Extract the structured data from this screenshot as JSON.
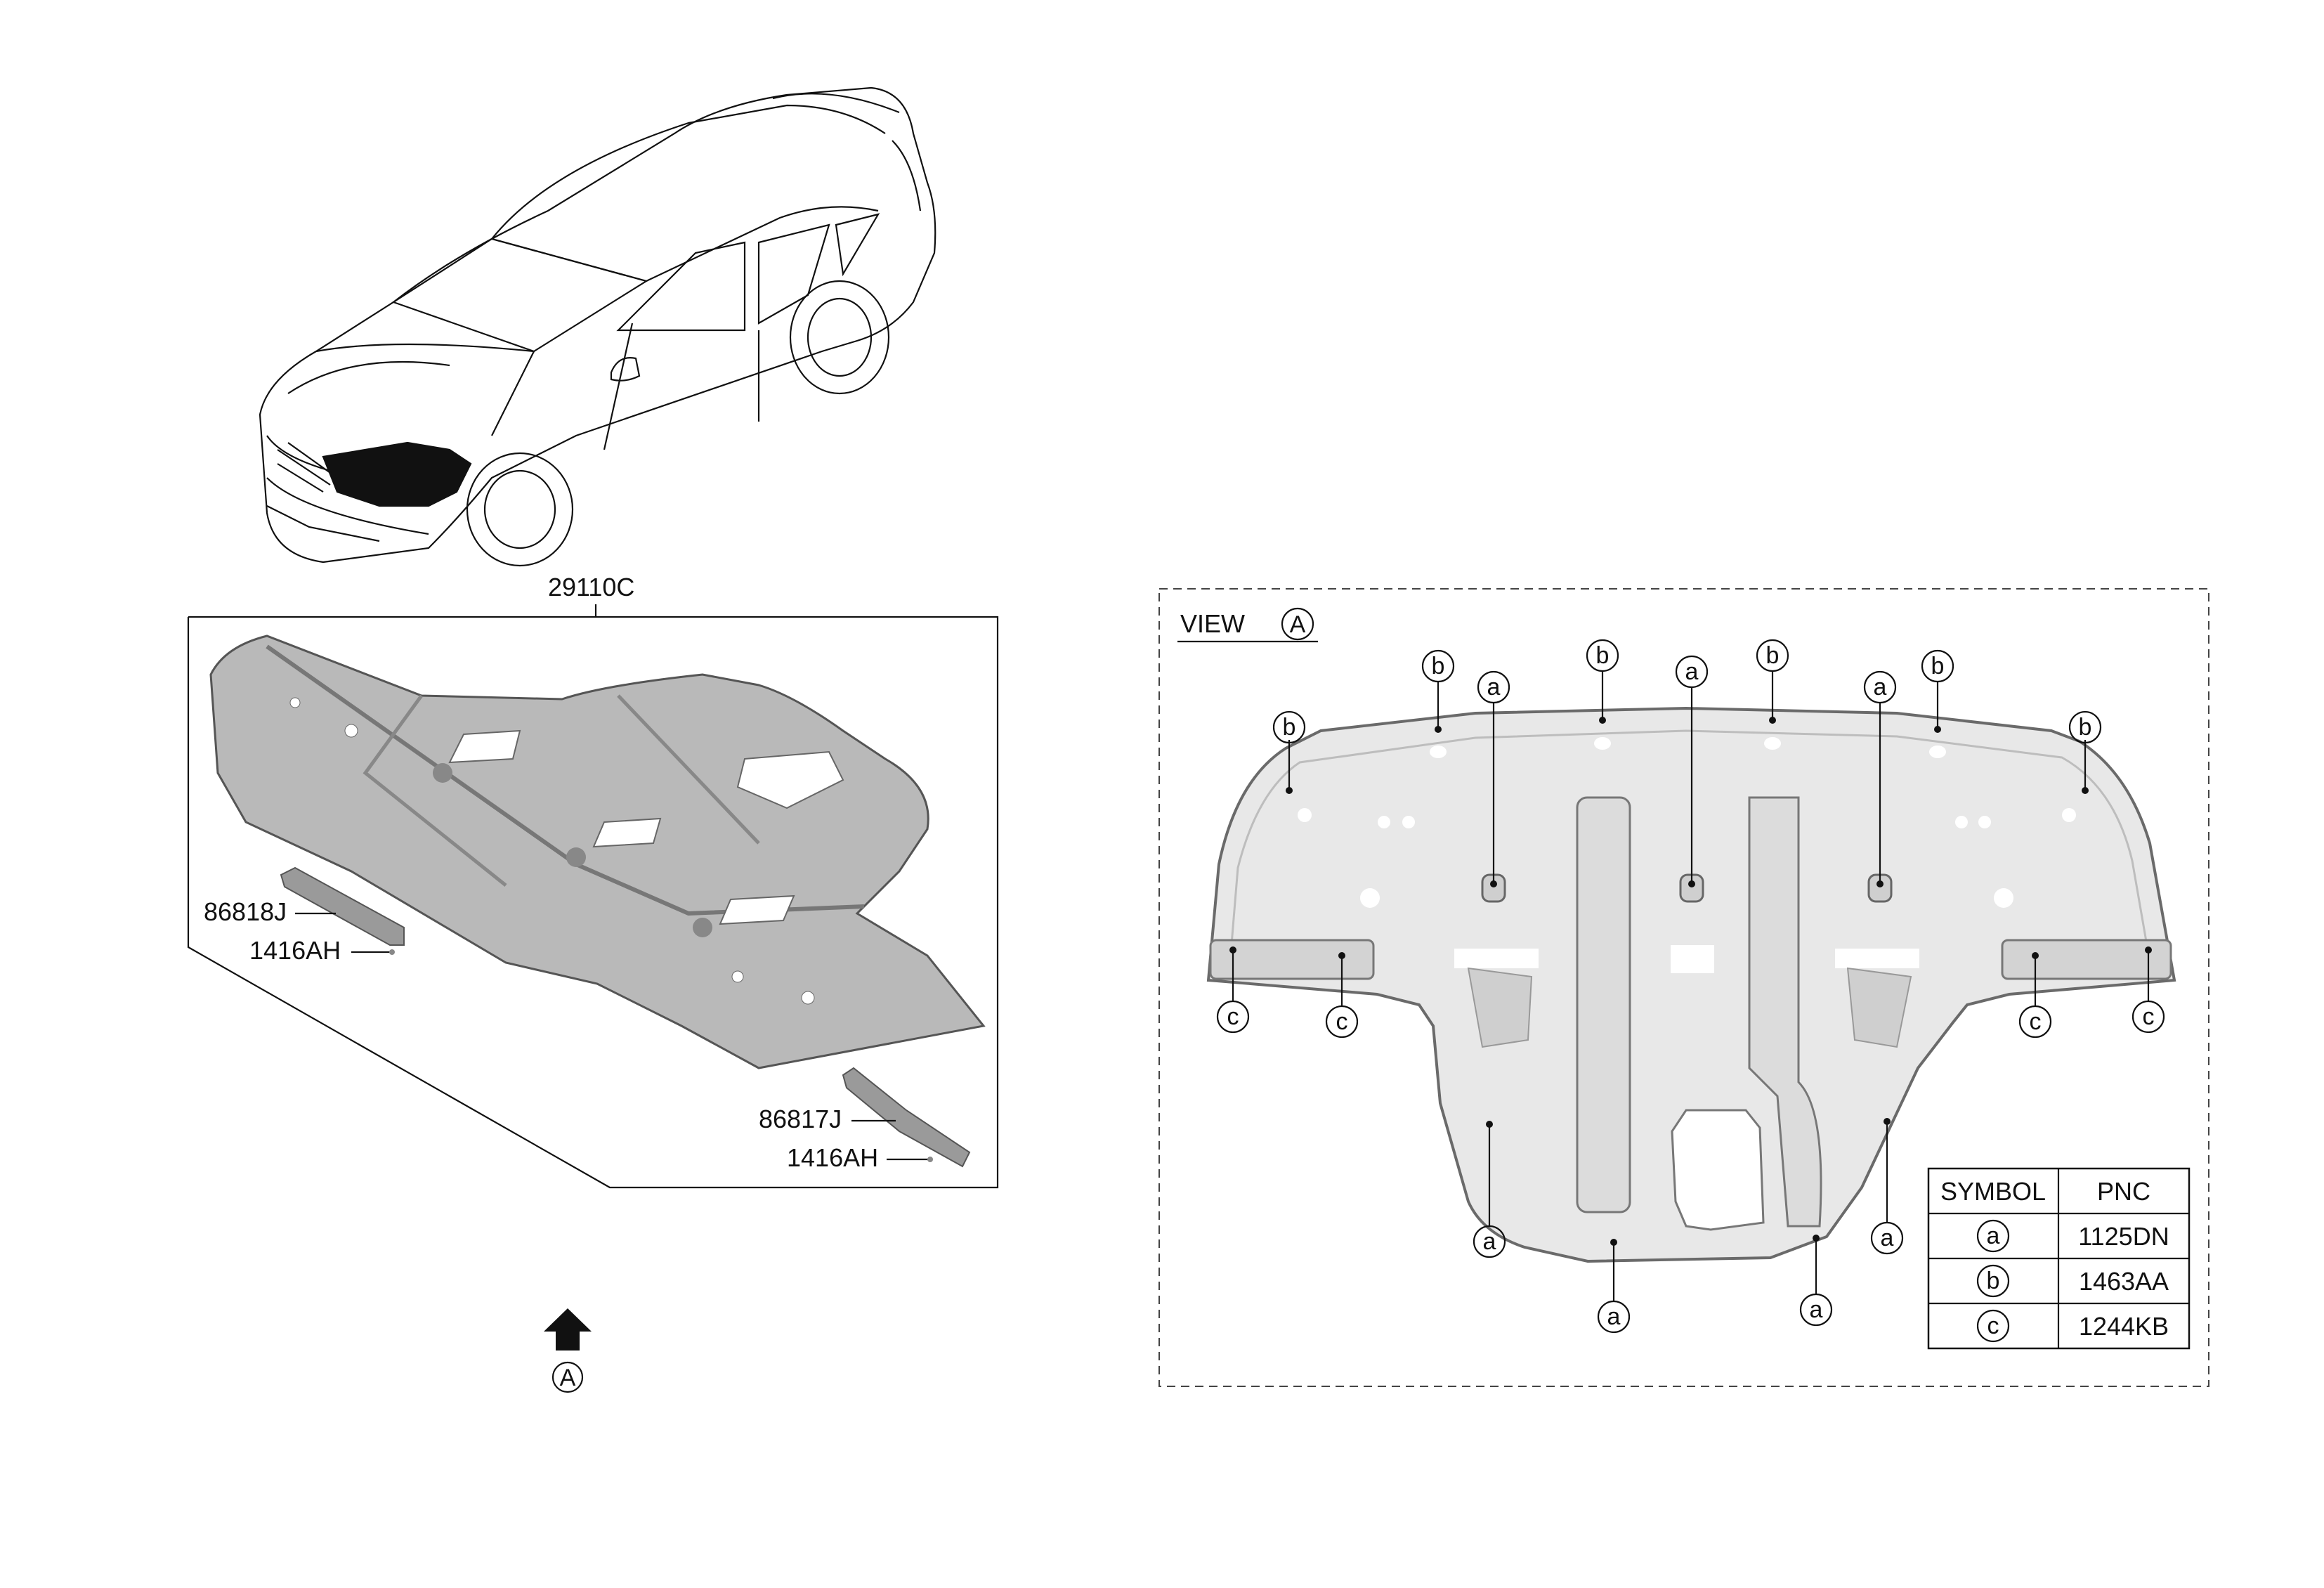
{
  "parts": {
    "main_label": "29110C",
    "left_label": "86818J",
    "left_screw": "1416AH",
    "right_label": "86817J",
    "right_screw": "1416AH"
  },
  "direction": {
    "letter": "A"
  },
  "view": {
    "title": "VIEW",
    "letter": "A",
    "callout": {
      "a": "a",
      "b": "b",
      "c": "c"
    }
  },
  "table": {
    "headers": [
      "SYMBOL",
      "PNC"
    ],
    "rows": [
      {
        "symbol": "a",
        "pnc": "1125DN"
      },
      {
        "symbol": "b",
        "pnc": "1463AA"
      },
      {
        "symbol": "c",
        "pnc": "1244KB"
      }
    ]
  }
}
